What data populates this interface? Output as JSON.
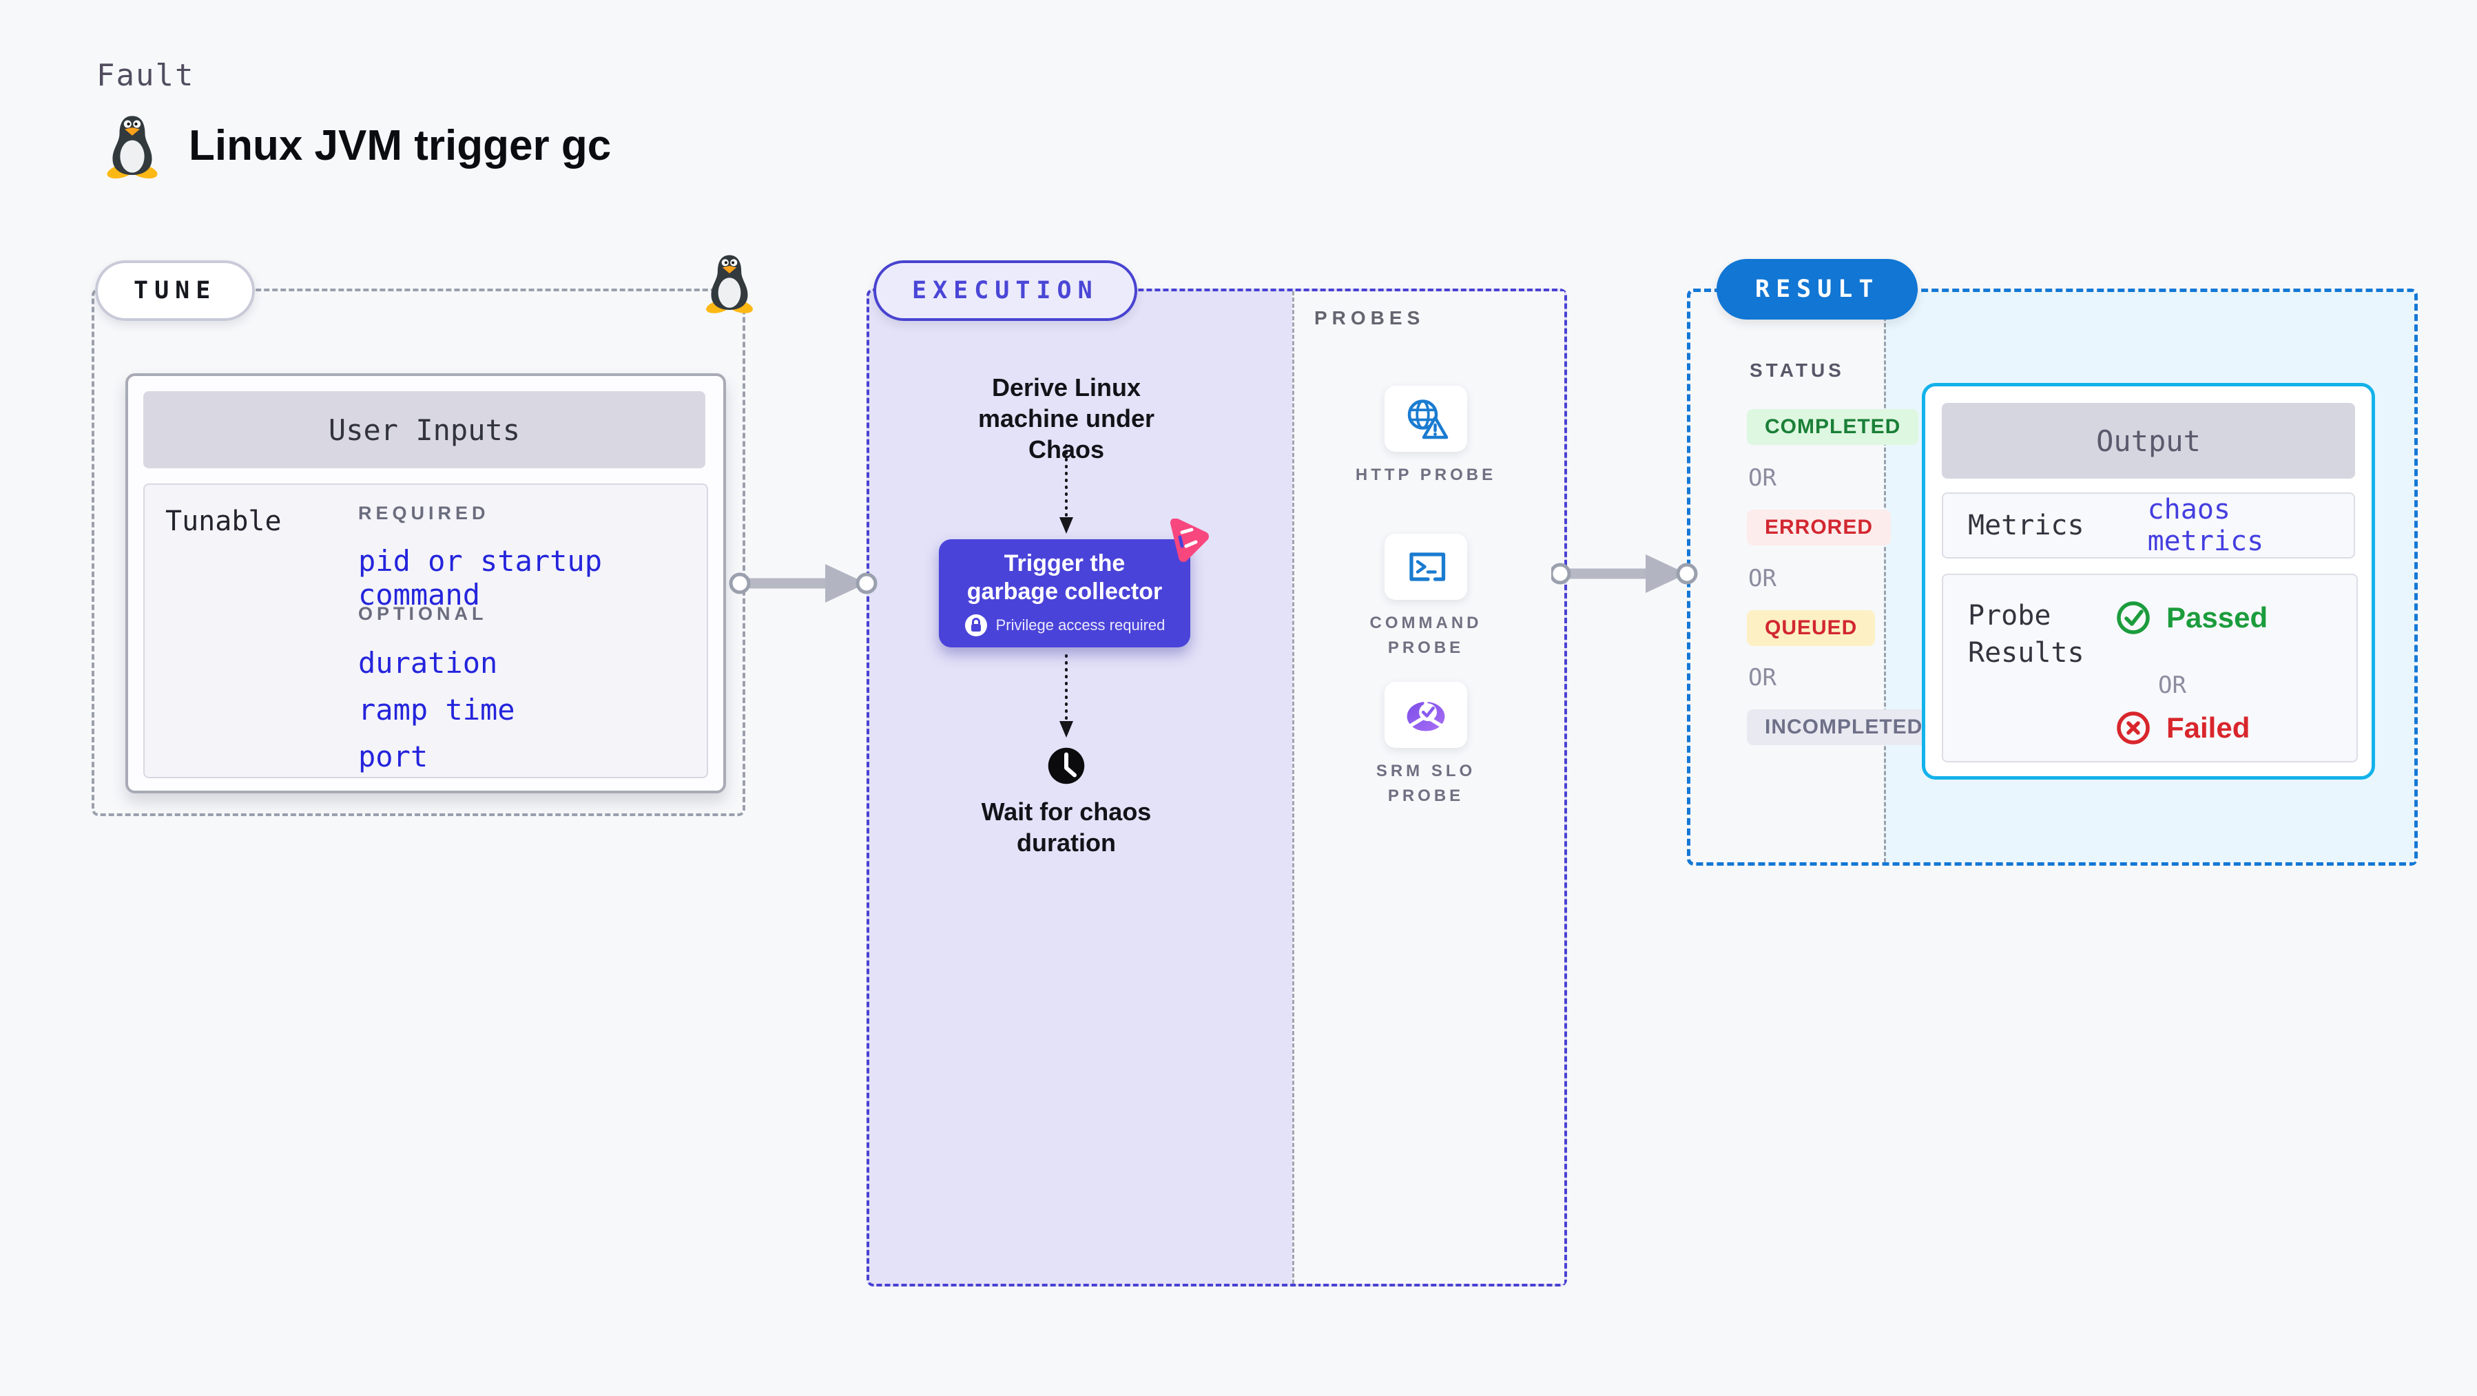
{
  "header": {
    "eyebrow": "Fault",
    "title": "Linux JVM trigger gc",
    "penguin_icon": "tux-penguin-icon"
  },
  "tune": {
    "pill_label": "TUNE",
    "card": {
      "title": "User Inputs",
      "row_label": "Tunable",
      "required_label": "REQUIRED",
      "required_items": [
        "pid or startup command"
      ],
      "optional_label": "OPTIONAL",
      "optional_items": [
        "duration",
        "ramp time",
        "port"
      ]
    }
  },
  "execution": {
    "pill_label": "EXECUTION",
    "derive_text": "Derive Linux machine under Chaos",
    "trigger": {
      "title": "Trigger the garbage collector",
      "badge": "Privilege access required",
      "lock_icon": "lock-icon",
      "chaos_icon": "chaos-logo-icon"
    },
    "wait_text": "Wait for chaos duration",
    "clock_icon": "clock-icon"
  },
  "probes": {
    "label": "PROBES",
    "items": [
      {
        "label": "HTTP PROBE",
        "icon": "globe-alert-icon"
      },
      {
        "label": "COMMAND PROBE",
        "icon": "terminal-icon"
      },
      {
        "label": "SRM SLO PROBE",
        "icon": "slo-pie-icon"
      }
    ]
  },
  "result": {
    "pill_label": "RESULT",
    "status_label": "STATUS",
    "or_label": "OR",
    "statuses": [
      {
        "label": "COMPLETED",
        "fg": "#1a7f37",
        "bg": "#def7e1"
      },
      {
        "label": "ERRORED",
        "fg": "#d22730",
        "bg": "#fdecec"
      },
      {
        "label": "QUEUED",
        "fg": "#d22730",
        "bg": "#fdf0c5"
      },
      {
        "label": "INCOMPLETED",
        "fg": "#6e7089",
        "bg": "#e9e9f1"
      }
    ],
    "output": {
      "title": "Output",
      "metrics_label": "Metrics",
      "metrics_value": "chaos metrics",
      "probe_results_label": "Probe Results",
      "passed_label": "Passed",
      "or_label": "OR",
      "failed_label": "Failed"
    }
  },
  "colors": {
    "page_bg": "#f7f8fa",
    "tune_dash": "#9aa0ac",
    "execution_dash": "#4941d2",
    "execution_fill": "#e3e2f8",
    "trigger_button": "#4a43d9",
    "result_dash": "#1478d6",
    "result_fill": "#e9f6fd",
    "output_border": "#14b2ea",
    "result_pill": "#1176d4",
    "param_link": "#2424dc",
    "passed_green": "#1c9c3c",
    "failed_red": "#d8262c",
    "probe_icon_blue": "#1a7bd0",
    "slo_purple": "#8b5cf6",
    "chaos_pink": "#f8467e"
  }
}
